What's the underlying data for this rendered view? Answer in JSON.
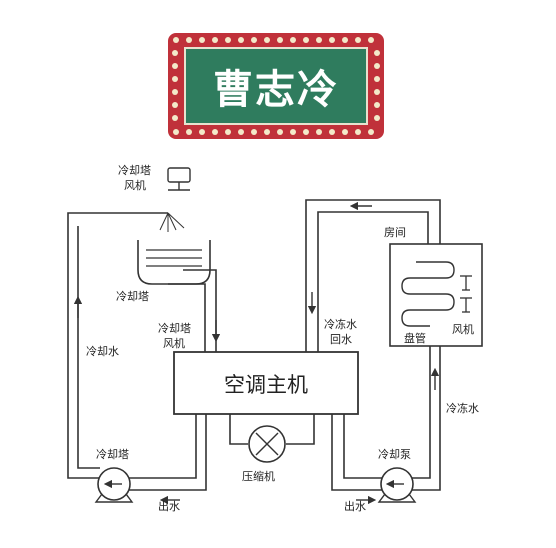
{
  "banner": {
    "title": "曹志冷"
  },
  "labels": {
    "tower_fan_top": [
      "冷却塔",
      "风机"
    ],
    "tower": "冷却塔",
    "tower_fan_mid": [
      "冷却塔",
      "风机"
    ],
    "cooling_water": "冷却水",
    "pump_left": "冷却塔",
    "outlet_left": "出水",
    "main_unit": "空调主机",
    "compressor": "压缩机",
    "chilled_return": [
      "冷冻水",
      "回水"
    ],
    "room": "房间",
    "coil": "盘管",
    "fan": "风机",
    "chilled_water": "冷冻水",
    "pump_right": "冷却泵",
    "outlet_right": "出水"
  },
  "colors": {
    "banner_red": "#c0313a",
    "banner_green": "#2f7c5e",
    "line": "#333333"
  }
}
